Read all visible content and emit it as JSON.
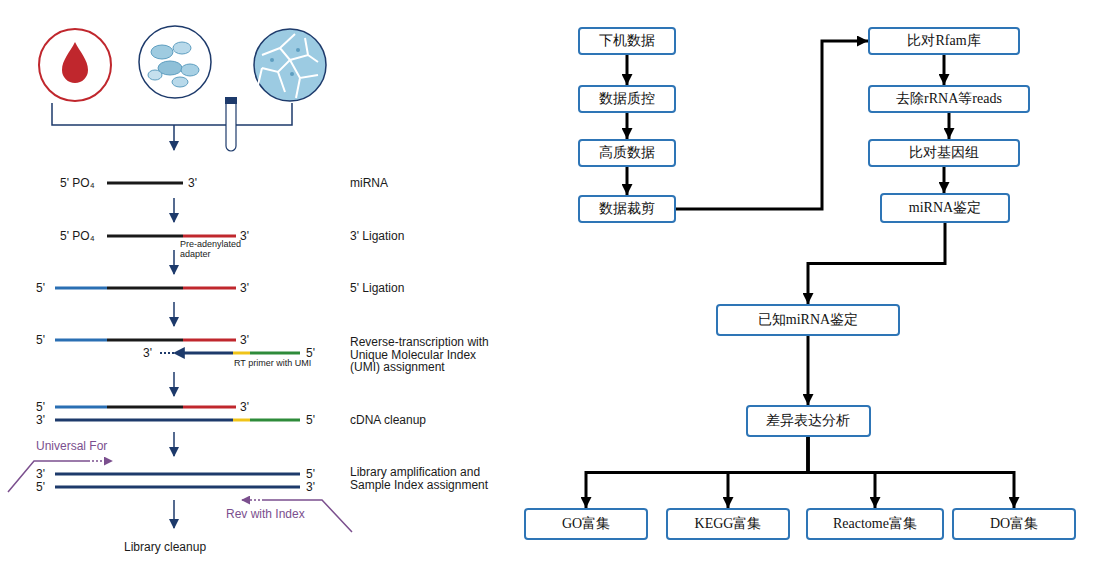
{
  "diagram": {
    "nodes": [
      {
        "text": [
          "下机数据"
        ]
      },
      {
        "text": [
          "数据质控"
        ]
      },
      {
        "text": [
          "高质数据"
        ]
      },
      {
        "text": [
          "数据裁剪"
        ]
      },
      {
        "text": [
          "比对Rfam库"
        ]
      },
      {
        "text": [
          "去除rRNA等reads"
        ]
      },
      {
        "text": [
          "比对基因组"
        ]
      },
      {
        "text": [
          "miRNA鉴定"
        ]
      },
      {
        "text": [
          "已知miRNA鉴定"
        ]
      },
      {
        "text": [
          "差异表达分析"
        ]
      },
      {
        "text": [
          "GO富集"
        ]
      },
      {
        "text": [
          "KEGG富集"
        ]
      },
      {
        "text": [
          "Reactome富集"
        ]
      },
      {
        "text": [
          "DO富集"
        ]
      }
    ],
    "edges": [
      {
        "from": 0,
        "to": 1,
        "arrow": "to"
      },
      {
        "from": 1,
        "to": 2,
        "arrow": "to"
      },
      {
        "from": 2,
        "to": 3,
        "arrow": "to"
      },
      {
        "from": 3,
        "to": 4,
        "arrow": "to"
      },
      {
        "from": 4,
        "to": 5,
        "arrow": "to"
      },
      {
        "from": 5,
        "to": 6,
        "arrow": "to"
      },
      {
        "from": 6,
        "to": 7,
        "arrow": "to"
      },
      {
        "from": 7,
        "to": 8,
        "arrow": "to"
      },
      {
        "from": 8,
        "to": 9,
        "arrow": "to"
      },
      {
        "from": 9,
        "to": 10,
        "arrow": "to"
      },
      {
        "from": 9,
        "to": 11,
        "arrow": "to"
      },
      {
        "from": 9,
        "to": 12,
        "arrow": "to"
      },
      {
        "from": 9,
        "to": 13,
        "arrow": "to"
      }
    ],
    "labels": [
      "5' PO₄",
      "3'",
      "miRNA",
      "5' PO₄",
      "3'",
      "Pre-adenylated adapter",
      "3' Ligation",
      "5'",
      "3'",
      "5' Ligation",
      "5'",
      "3'",
      "3'",
      "5'",
      "RT primer with UMI",
      "Reverse-transcription with Unique Molecular Index (UMI) assignment",
      "5'",
      "3'",
      "3'",
      "5'",
      "cDNA cleanup",
      "Universal For",
      "3'",
      "5'",
      "5'",
      "3'",
      "Library amplification and Sample Index assignment",
      "Rev with Index",
      "Library cleanup"
    ]
  }
}
